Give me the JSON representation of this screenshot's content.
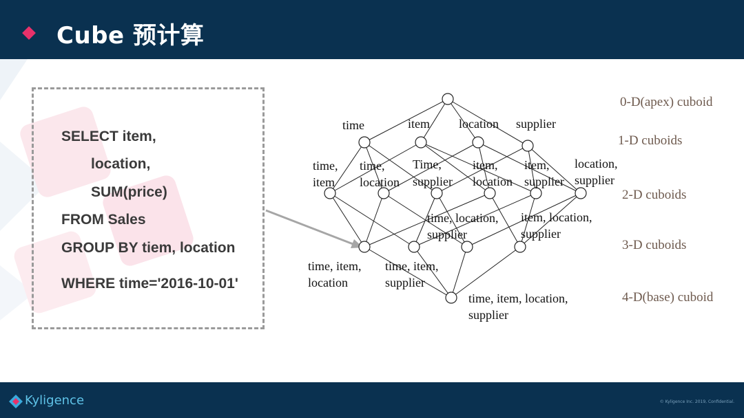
{
  "header": {
    "title": "Cube 预计算",
    "accent_color": "#e8316a",
    "background_color": "#0a3150"
  },
  "sql": {
    "lines": [
      "SELECT item,",
      "location,",
      "SUM(price)",
      "FROM Sales",
      "GROUP BY tiem, location",
      "WHERE time='2016-10-01'"
    ]
  },
  "lattice": {
    "levels": [
      "0-D(apex) cuboid",
      "1-D cuboids",
      "2-D cuboids",
      "3-D cuboids",
      "4-D(base) cuboid"
    ],
    "nodes": {
      "apex": [],
      "one_d": [
        [
          "time"
        ],
        [
          "item"
        ],
        [
          "location"
        ],
        [
          "supplier"
        ]
      ],
      "two_d": [
        [
          "time,",
          "item"
        ],
        [
          "time,",
          "location"
        ],
        [
          "Time,",
          "supplier"
        ],
        [
          "item,",
          "location"
        ],
        [
          "item,",
          "supplier"
        ],
        [
          "location,",
          "supplier"
        ]
      ],
      "three_d": [
        [
          "time, item,",
          "location"
        ],
        [
          "time, item,",
          "supplier"
        ],
        [
          "time, location,",
          "supplier"
        ],
        [
          "item, location,",
          "supplier"
        ]
      ],
      "four_d": [
        [
          "time, item, location,",
          "supplier"
        ]
      ]
    },
    "level_label_color": "#6e5a4e"
  },
  "footer": {
    "brand": "Kyligence",
    "copyright": "© Kyligence Inc. 2019, Confidential.",
    "brand_color": "#5fc3e8"
  }
}
